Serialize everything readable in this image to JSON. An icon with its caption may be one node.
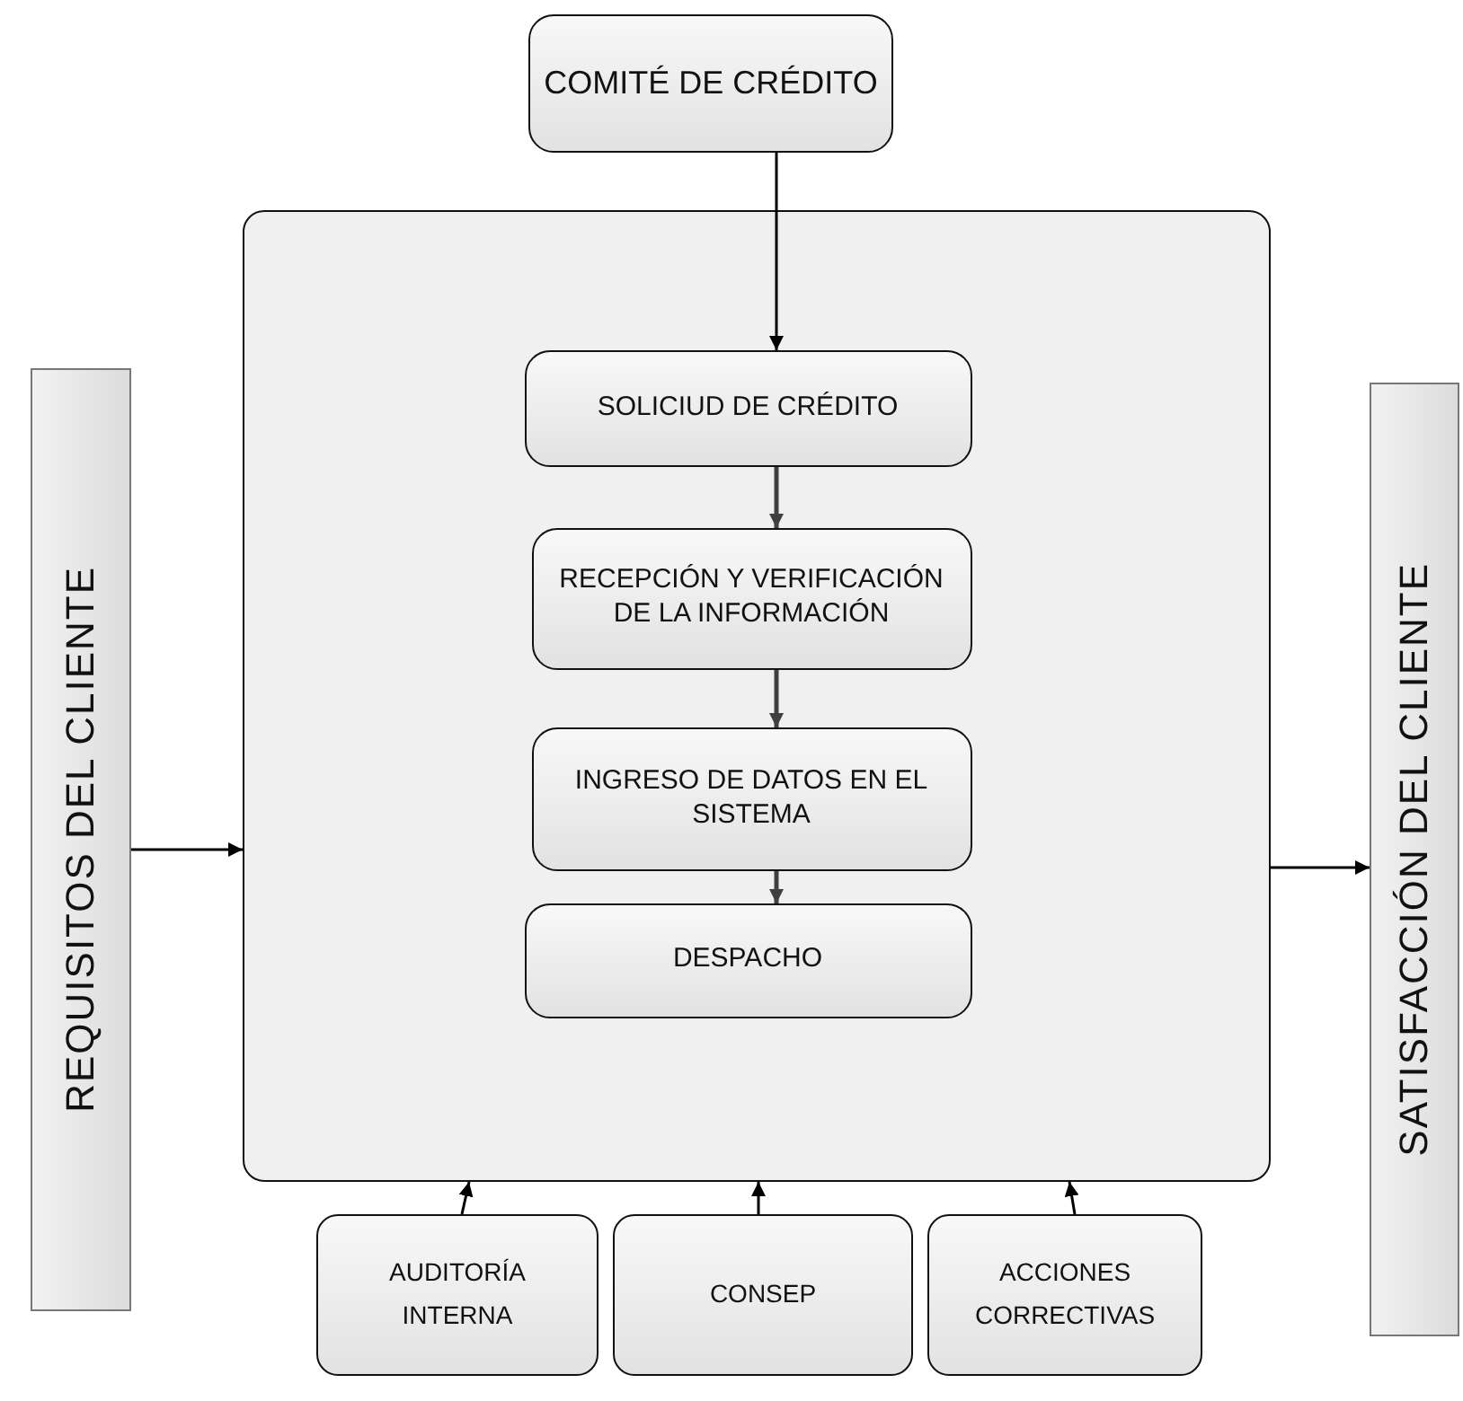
{
  "diagram": {
    "nodes": [
      {
        "text": [
          "COMITÉ DE CRÉDITO"
        ]
      },
      {
        "text": [],
        "shape": "box"
      },
      {
        "text": [
          "SOLICIUD DE CRÉDITO"
        ],
        "in": 1
      },
      {
        "text": [
          "RECEPCIÓN Y VERIFICACIÓN DE LA INFORMACIÓN"
        ],
        "in": 1
      },
      {
        "text": [
          "INGRESO DE DATOS EN EL SISTEMA"
        ],
        "in": 1
      },
      {
        "text": [
          "DESPACHO"
        ],
        "in": 1
      },
      {
        "text": [
          "REQUISITOS DEL CLIENTE"
        ]
      },
      {
        "text": [
          "SATISFACCIÓN DEL CLIENTE"
        ]
      },
      {
        "text": [
          "AUDITORÍA INTERNA"
        ]
      },
      {
        "text": [
          "CONSEP"
        ]
      },
      {
        "text": [
          "ACCIONES CORRECTIVAS"
        ]
      }
    ],
    "edges": [
      {
        "from": 0,
        "to": 2,
        "arrow": "to"
      },
      {
        "from": 2,
        "to": 3,
        "arrow": "to",
        "color": "#404040"
      },
      {
        "from": 3,
        "to": 4,
        "arrow": "to",
        "color": "#404040"
      },
      {
        "from": 4,
        "to": 5,
        "arrow": "to",
        "color": "#404040"
      },
      {
        "from": 6,
        "to": 1,
        "arrow": "to"
      },
      {
        "from": 1,
        "to": 7,
        "arrow": "to"
      },
      {
        "from": 8,
        "to": 1,
        "arrow": "to"
      },
      {
        "from": 9,
        "to": 1,
        "arrow": "to"
      },
      {
        "from": 10,
        "to": 1,
        "arrow": "to"
      }
    ]
  }
}
